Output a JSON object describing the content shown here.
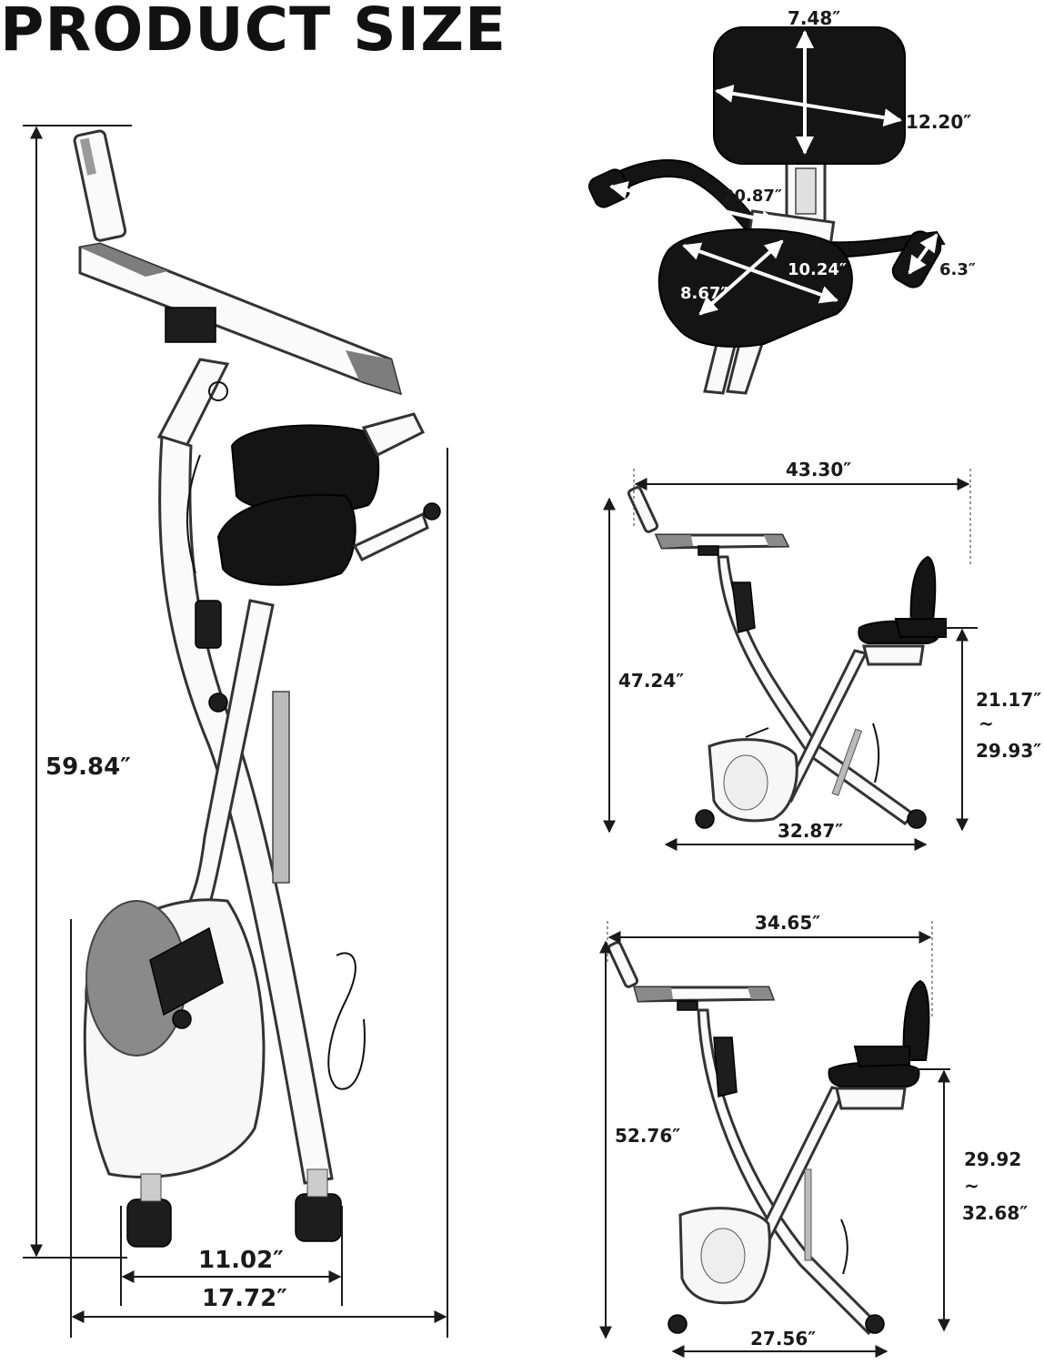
{
  "title": "PRODUCT SIZE",
  "dimensions": {
    "main_height": "59.84″",
    "base_width_inner": "11.02″",
    "base_width_outer": "17.72″",
    "backrest_height": "7.48″",
    "backrest_width": "12.20″",
    "handle_span": "20.87″",
    "seat_width": "10.24″",
    "seat_depth": "8.67″",
    "handle_grip": "6.3″",
    "mid_length": "43.30″",
    "mid_height": "47.24″",
    "mid_seat_height_min": "21.17″",
    "mid_seat_height_sep": "~",
    "mid_seat_height_max": "29.93″",
    "mid_base": "32.87″",
    "low_length": "34.65″",
    "low_height": "52.76″",
    "low_seat_height_min": "29.92",
    "low_seat_height_sep": "~",
    "low_seat_height_max": "32.68″",
    "low_base": "27.56″"
  }
}
